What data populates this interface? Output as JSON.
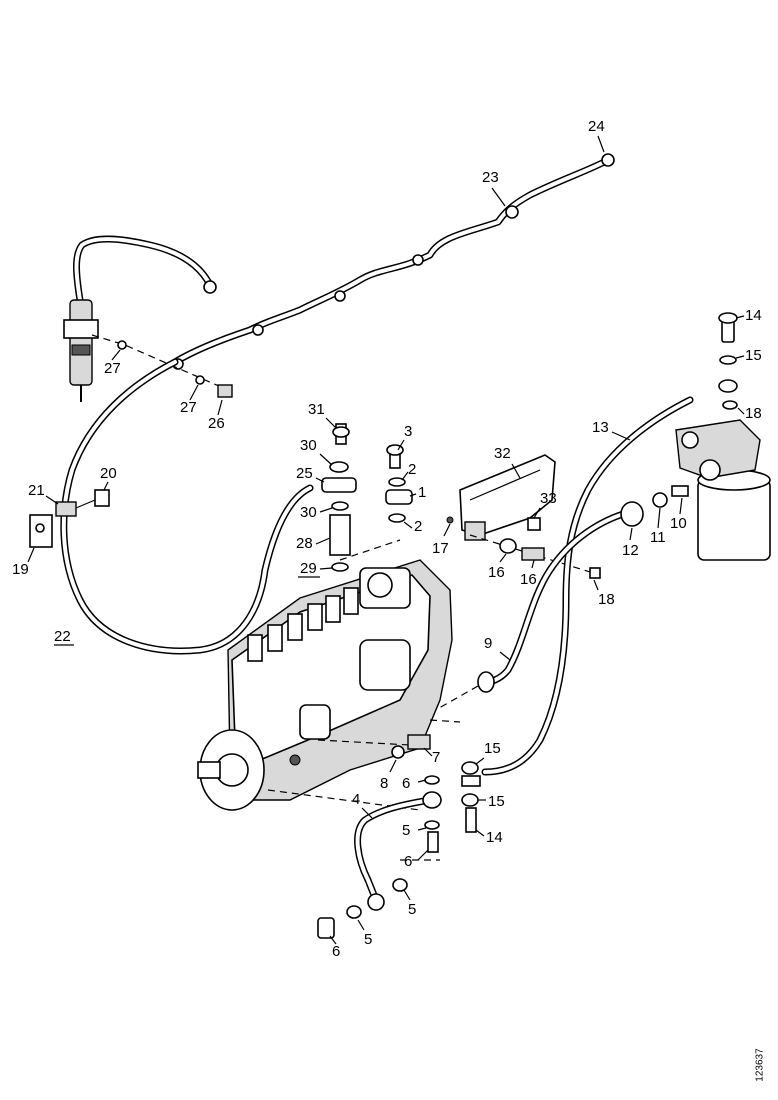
{
  "diagram": {
    "reference_code": "123637",
    "callouts": [
      "24",
      "23",
      "27",
      "27",
      "26",
      "14",
      "15",
      "13",
      "18",
      "31",
      "30",
      "3",
      "2",
      "25",
      "1",
      "2",
      "21",
      "20",
      "19",
      "30",
      "28",
      "29",
      "32",
      "33",
      "17",
      "16",
      "16",
      "18",
      "12",
      "11",
      "10",
      "9",
      "22",
      "7",
      "8",
      "6",
      "4",
      "5",
      "6",
      "5",
      "6",
      "5",
      "15",
      "15",
      "14"
    ]
  }
}
